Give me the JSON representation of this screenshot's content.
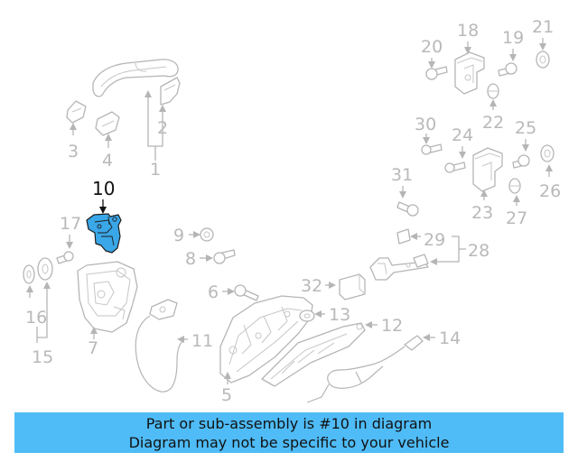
{
  "callouts": {
    "c1": "1",
    "c2": "2",
    "c3": "3",
    "c4": "4",
    "c5": "5",
    "c6": "6",
    "c7": "7",
    "c8": "8",
    "c9": "9",
    "c10": "10",
    "c11": "11",
    "c12": "12",
    "c13": "13",
    "c14": "14",
    "c15": "15",
    "c16": "16",
    "c17": "17",
    "c18": "18",
    "c19": "19",
    "c20": "20",
    "c21": "21",
    "c22": "22",
    "c23": "23",
    "c24": "24",
    "c25": "25",
    "c26": "26",
    "c27": "27",
    "c28": "28",
    "c29": "29",
    "c30": "30",
    "c31": "31",
    "c32": "32"
  },
  "highlighted_part": "10",
  "colors": {
    "highlight_fill": "#3aa7e8",
    "banner_background": "#4fbcf7",
    "outline_gray": "#b5b5b5"
  },
  "banner": {
    "line1": "Part or sub-assembly is #10 in diagram",
    "line2": "Diagram may not be specific to your vehicle"
  }
}
